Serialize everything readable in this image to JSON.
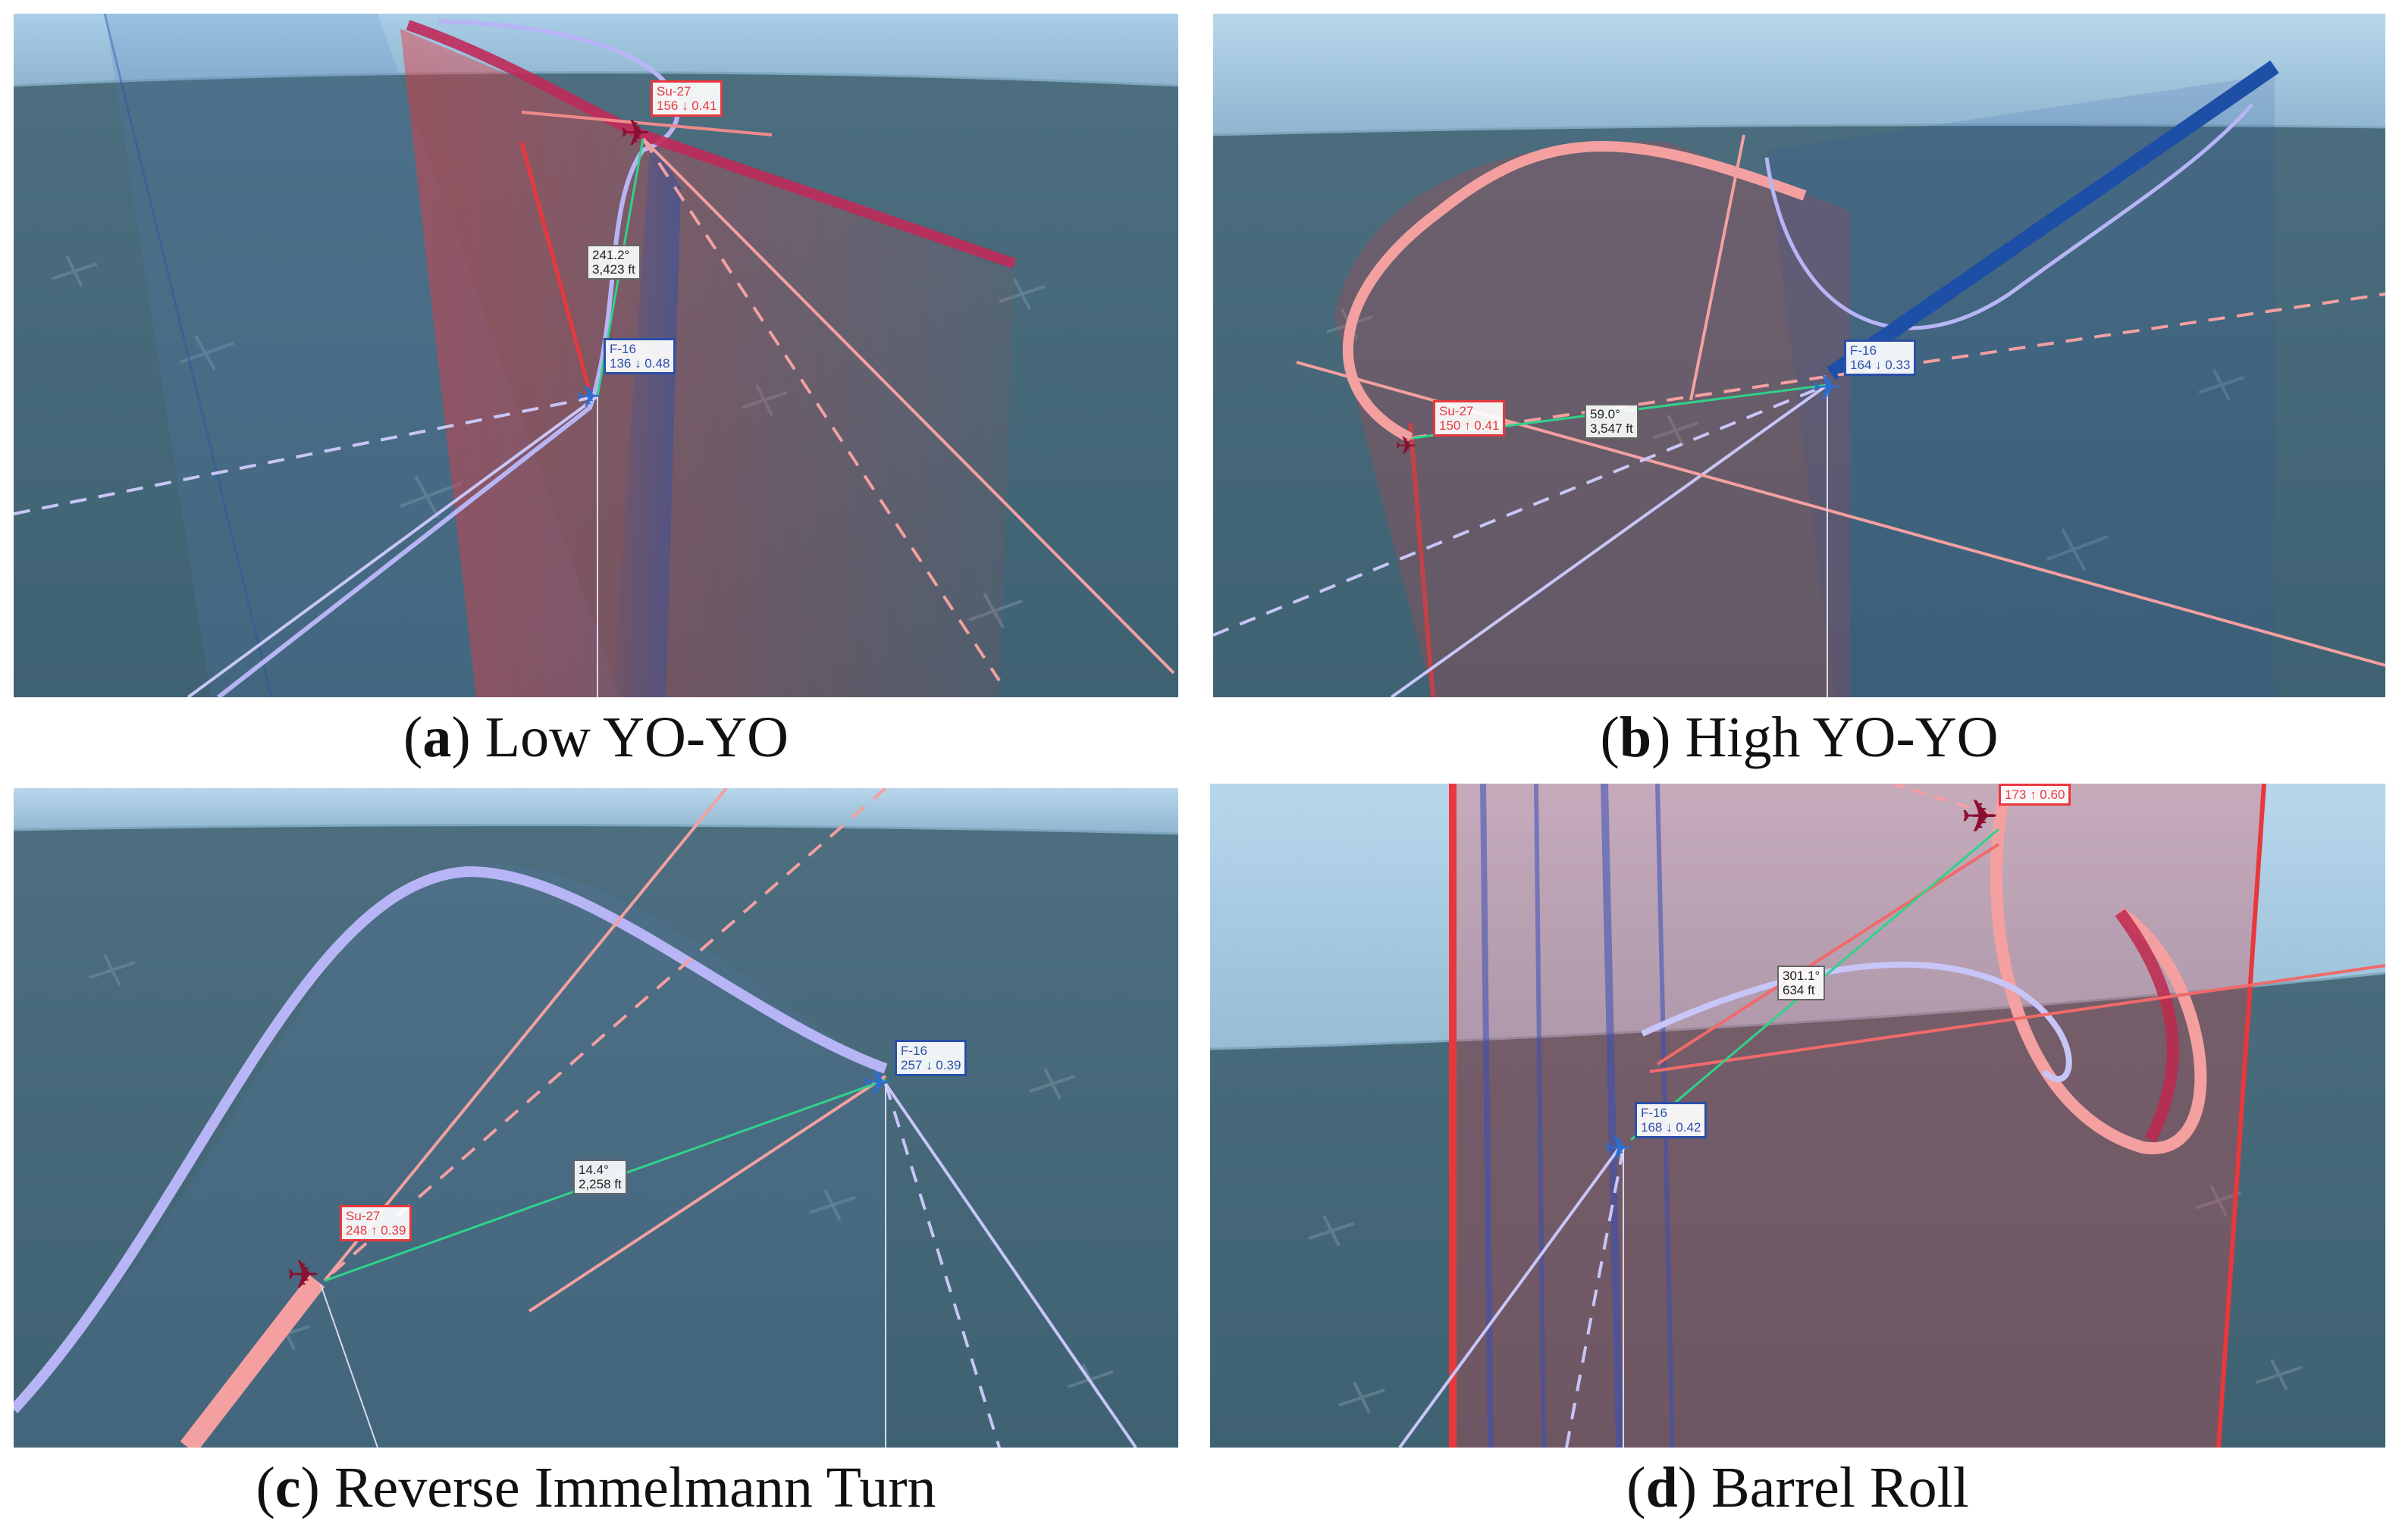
{
  "panels": [
    {
      "letter": "a",
      "title": " Low YO-YO",
      "red_label": {
        "name": "Su-27",
        "stats": "156 ↓ 0.41"
      },
      "blue_label": {
        "name": "F-16",
        "stats": "136 ↓ 0.48"
      },
      "measure": {
        "angle": "241.2°",
        "distance": "3,423 ft"
      }
    },
    {
      "letter": "b",
      "title": " High YO-YO",
      "red_label": {
        "name": "Su-27",
        "stats": "150 ↑ 0.41"
      },
      "blue_label": {
        "name": "F-16",
        "stats": "164 ↓ 0.33"
      },
      "measure": {
        "angle": "59.0°",
        "distance": "3,547 ft"
      }
    },
    {
      "letter": "c",
      "title": " Reverse Immelmann Turn",
      "red_label": {
        "name": "Su-27",
        "stats": "248 ↑ 0.39"
      },
      "blue_label": {
        "name": "F-16",
        "stats": "257 ↓ 0.39"
      },
      "measure": {
        "angle": "14.4°",
        "distance": "2,258 ft"
      }
    },
    {
      "letter": "d",
      "title": " Barrel Roll",
      "red_label": {
        "name": "",
        "stats": "173 ↑ 0.60"
      },
      "blue_label": {
        "name": "F-16",
        "stats": "168 ↓ 0.42"
      },
      "measure": {
        "angle": "301.1°",
        "distance": "634 ft"
      }
    }
  ],
  "icons": {
    "red_jet": "fighter-jet-icon",
    "blue_jet": "fighter-jet-icon"
  },
  "colors": {
    "red": "#e8383d",
    "blue": "#2b4fa8",
    "pink": "#f4a0a0",
    "lavender": "#b7b5f5",
    "green": "#2fd38a",
    "water": "#4a6b7c"
  }
}
